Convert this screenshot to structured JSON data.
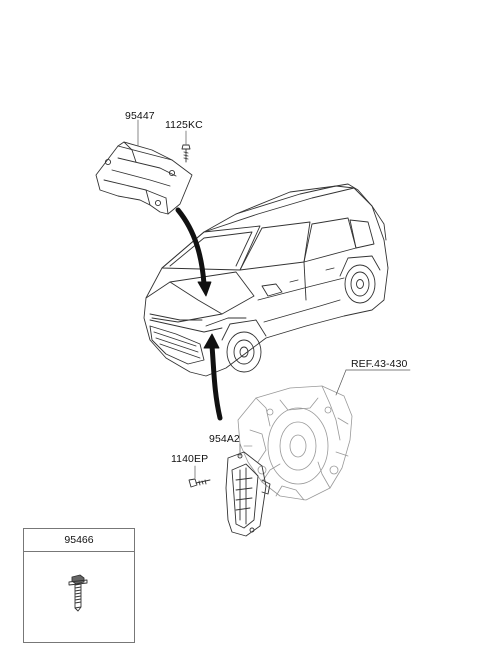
{
  "labels": {
    "part_95447": "95447",
    "part_1125kc": "1125KC",
    "part_954a2": "954A2",
    "part_1140ep": "1140EP",
    "ref": "REF.43-430",
    "inset_part": "95466"
  },
  "icons": {
    "airbag_module": "airbag-control-unit",
    "bolt_small": "bolt-icon",
    "tcu_bracket": "transmission-control-unit",
    "transmission": "transmission-assembly",
    "vehicle": "suv-vehicle",
    "inset_bolt": "flange-bolt-icon"
  }
}
